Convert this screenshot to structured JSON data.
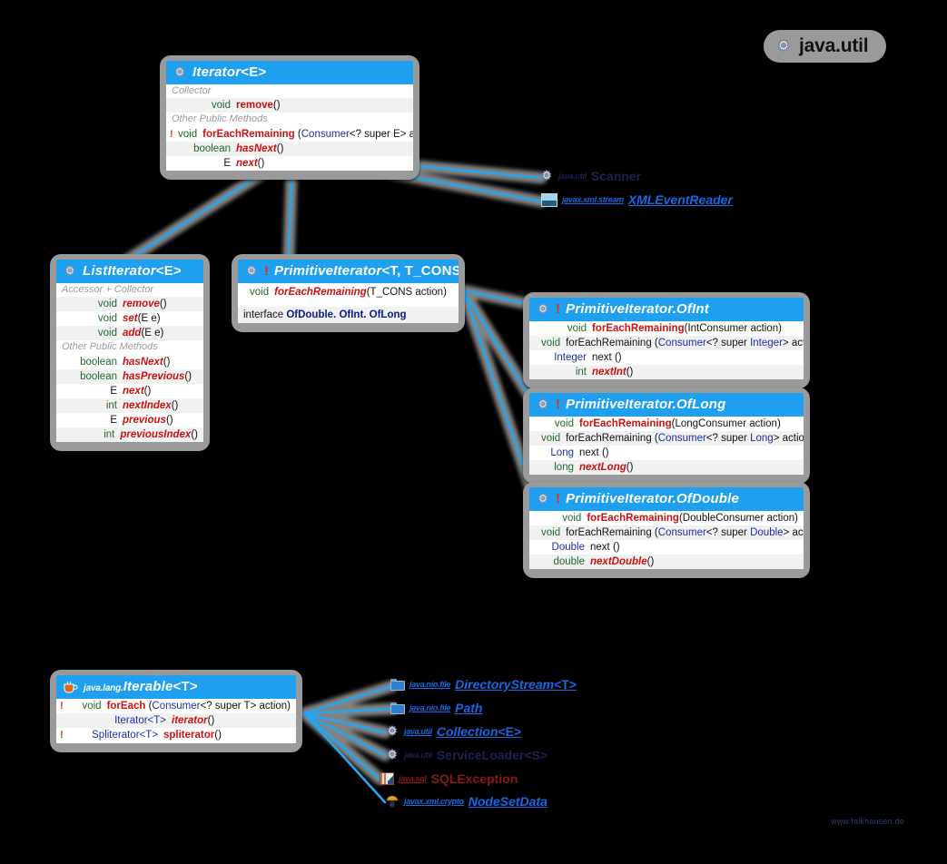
{
  "diagram": {
    "title": "java.util",
    "watermark": "www.falkhausen.de",
    "accent": "#1f9ff0",
    "link_color": "#1668e3"
  },
  "boxes": {
    "iterator": {
      "icon": "gear-icon",
      "name": "Iterator",
      "generics": "<E>",
      "sections": [
        {
          "label": "Collector"
        },
        {
          "label": "Other Public Methods"
        }
      ],
      "members": [
        {
          "mark": "",
          "type": "void",
          "name": "remove",
          "args": "()"
        },
        {
          "mark": "!",
          "type": "void",
          "name": "forEachRemaining",
          "args": "(Consumer<? super E> action)",
          "ref": "Consumer"
        },
        {
          "mark": "",
          "type": "boolean",
          "name": "hasNext",
          "args": "()"
        },
        {
          "mark": "",
          "type": "E",
          "name": "next",
          "args": "()"
        }
      ]
    },
    "list_iterator": {
      "icon": "gear-icon",
      "name": "ListIterator",
      "generics": "<E>",
      "sections": [
        {
          "label": "Accessor + Collector"
        },
        {
          "label": "Other Public Methods"
        }
      ],
      "members": [
        {
          "mark": "",
          "type": "void",
          "name": "remove",
          "args": "()"
        },
        {
          "mark": "",
          "type": "void",
          "name": "set",
          "args": "(E e)"
        },
        {
          "mark": "",
          "type": "void",
          "name": "add",
          "args": "(E e)"
        },
        {
          "mark": "",
          "type": "boolean",
          "name": "hasNext",
          "args": "()"
        },
        {
          "mark": "",
          "type": "boolean",
          "name": "hasPrevious",
          "args": "()"
        },
        {
          "mark": "",
          "type": "E",
          "name": "next",
          "args": "()"
        },
        {
          "mark": "",
          "type": "int",
          "name": "nextIndex",
          "args": "()"
        },
        {
          "mark": "",
          "type": "E",
          "name": "previous",
          "args": "()"
        },
        {
          "mark": "",
          "type": "int",
          "name": "previousIndex",
          "args": "()"
        }
      ]
    },
    "primitive_iterator": {
      "icon": "gear-icon",
      "bang": "!",
      "name": "PrimitiveIterator",
      "generics": "<T, T_CONS>",
      "members": [
        {
          "mark": "",
          "type": "void",
          "name": "forEachRemaining",
          "args": "(T_CONS action)"
        }
      ],
      "note_prefix": "interface ",
      "note_classes": "OfDouble. OfInt. OfLong"
    },
    "of_int": {
      "icon": "gear-icon",
      "bang": "!",
      "name": "PrimitiveIterator.OfInt",
      "generics": "",
      "members": [
        {
          "mark": "",
          "type": "void",
          "name": "forEachRemaining",
          "args": "(IntConsumer action)"
        },
        {
          "mark": "",
          "type": "void",
          "name": "forEachRemaining",
          "args": "(Consumer<? super Integer> action)",
          "ref": "Consumer"
        },
        {
          "mark": "",
          "type": "Integer",
          "name": "next",
          "args": "()"
        },
        {
          "mark": "",
          "type": "int",
          "name": "nextInt",
          "args": "()"
        }
      ]
    },
    "of_long": {
      "icon": "gear-icon",
      "bang": "!",
      "name": "PrimitiveIterator.OfLong",
      "generics": "",
      "members": [
        {
          "mark": "",
          "type": "void",
          "name": "forEachRemaining",
          "args": "(LongConsumer action)"
        },
        {
          "mark": "",
          "type": "void",
          "name": "forEachRemaining",
          "args": "(Consumer<? super Long> action)",
          "ref": "Consumer"
        },
        {
          "mark": "",
          "type": "Long",
          "name": "next",
          "args": "()"
        },
        {
          "mark": "",
          "type": "long",
          "name": "nextLong",
          "args": "()"
        }
      ]
    },
    "of_double": {
      "icon": "gear-icon",
      "bang": "!",
      "name": "PrimitiveIterator.OfDouble",
      "generics": "",
      "members": [
        {
          "mark": "",
          "type": "void",
          "name": "forEachRemaining",
          "args": "(DoubleConsumer action)"
        },
        {
          "mark": "",
          "type": "void",
          "name": "forEachRemaining",
          "args": "(Consumer<? super Double> action)",
          "ref": "Consumer"
        },
        {
          "mark": "",
          "type": "Double",
          "name": "next",
          "args": "()"
        },
        {
          "mark": "",
          "type": "double",
          "name": "nextDouble",
          "args": "()"
        }
      ]
    },
    "iterable": {
      "icon": "coffee-cup-icon",
      "package": "java.lang.",
      "name": "Iterable",
      "generics": "<T>",
      "members": [
        {
          "mark": "!",
          "type": "void",
          "name": "forEach",
          "args": "(Consumer<? super T> action)",
          "ref": "Consumer"
        },
        {
          "mark": "",
          "type": "Iterator<T>",
          "name": "iterator",
          "args": "()"
        },
        {
          "mark": "!",
          "type": "Spliterator<T>",
          "name": "spliterator",
          "args": "()"
        }
      ]
    }
  },
  "external": {
    "iterator_implementors": [
      {
        "icon": "gear-icon",
        "package": "java.util",
        "name": "Scanner",
        "generics": "",
        "style": "dark"
      },
      {
        "icon": "image-icon",
        "package": "javax.xml.stream",
        "name": "XMLEventReader",
        "generics": "",
        "style": "lnk"
      }
    ],
    "iterable_implementors": [
      {
        "icon": "folder-icon",
        "package": "java.nio.file",
        "name": "DirectoryStream",
        "generics": "<T>",
        "style": "lnk"
      },
      {
        "icon": "folder-icon",
        "package": "java.nio.file",
        "name": "Path",
        "generics": "",
        "style": "lnk"
      },
      {
        "icon": "gear-icon",
        "package": "java.util",
        "name": "Collection",
        "generics": "<E>",
        "style": "lnk"
      },
      {
        "icon": "gear-icon",
        "package": "java.util",
        "name": "ServiceLoader",
        "generics": "<S>",
        "style": "dark"
      },
      {
        "icon": "db-icon",
        "package": "java.sql",
        "name": "SQLException",
        "generics": "",
        "style": "red"
      },
      {
        "icon": "balloon-icon",
        "package": "javax.xml.crypto",
        "name": "NodeSetData",
        "generics": "",
        "style": "lnk"
      }
    ]
  }
}
